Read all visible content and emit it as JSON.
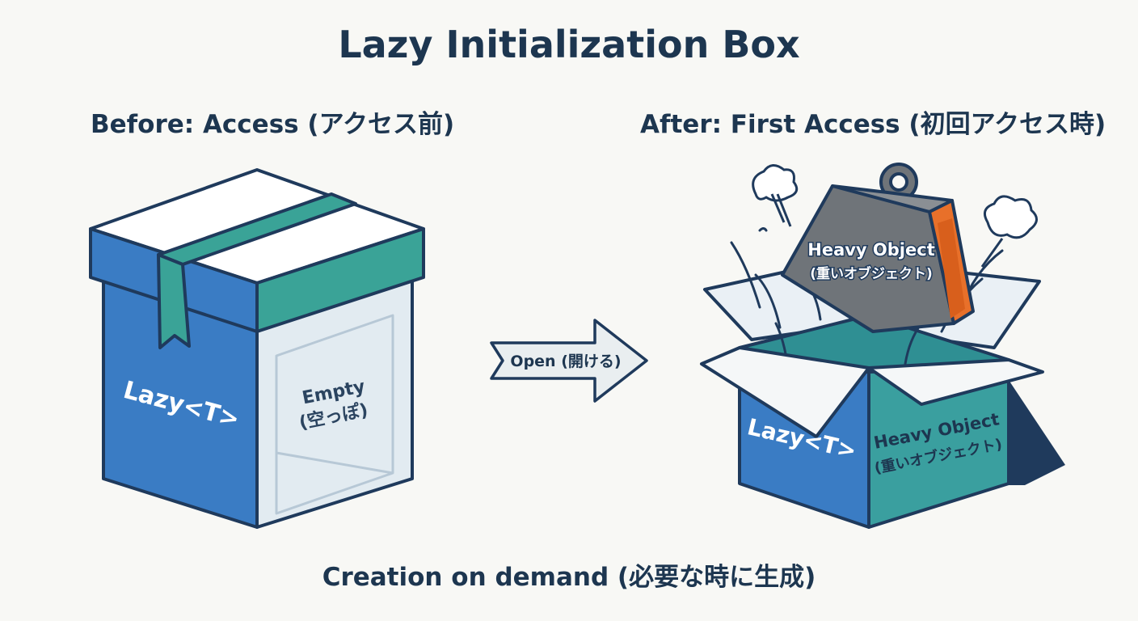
{
  "title": "Lazy Initialization Box",
  "before": {
    "heading": "Before: Access (アクセス前)",
    "box_label": "Lazy<T>",
    "content_line1": "Empty",
    "content_line2": "(空っぽ)"
  },
  "transition": {
    "label": "Open (開ける)"
  },
  "after": {
    "heading": "After: First Access (初回アクセス時)",
    "object_label_line1": "Heavy Object",
    "object_label_line2": "(重いオブジェクト)",
    "box_label": "Lazy<T>",
    "content_line1": "Heavy Object",
    "content_line2": "(重いオブジェクト)"
  },
  "caption": "Creation on demand (必要な時に生成)",
  "colors": {
    "outline": "#1f3a5c",
    "box_blue": "#3a7cc4",
    "lid_top": "#ffffff",
    "ribbon_teal": "#3aa397",
    "teal_side": "#3a9f9f",
    "glass": "#e2ebf1",
    "weight_grey": "#6f7479",
    "weight_orange": "#e8702a",
    "arrow_fill": "#e9eef0"
  }
}
